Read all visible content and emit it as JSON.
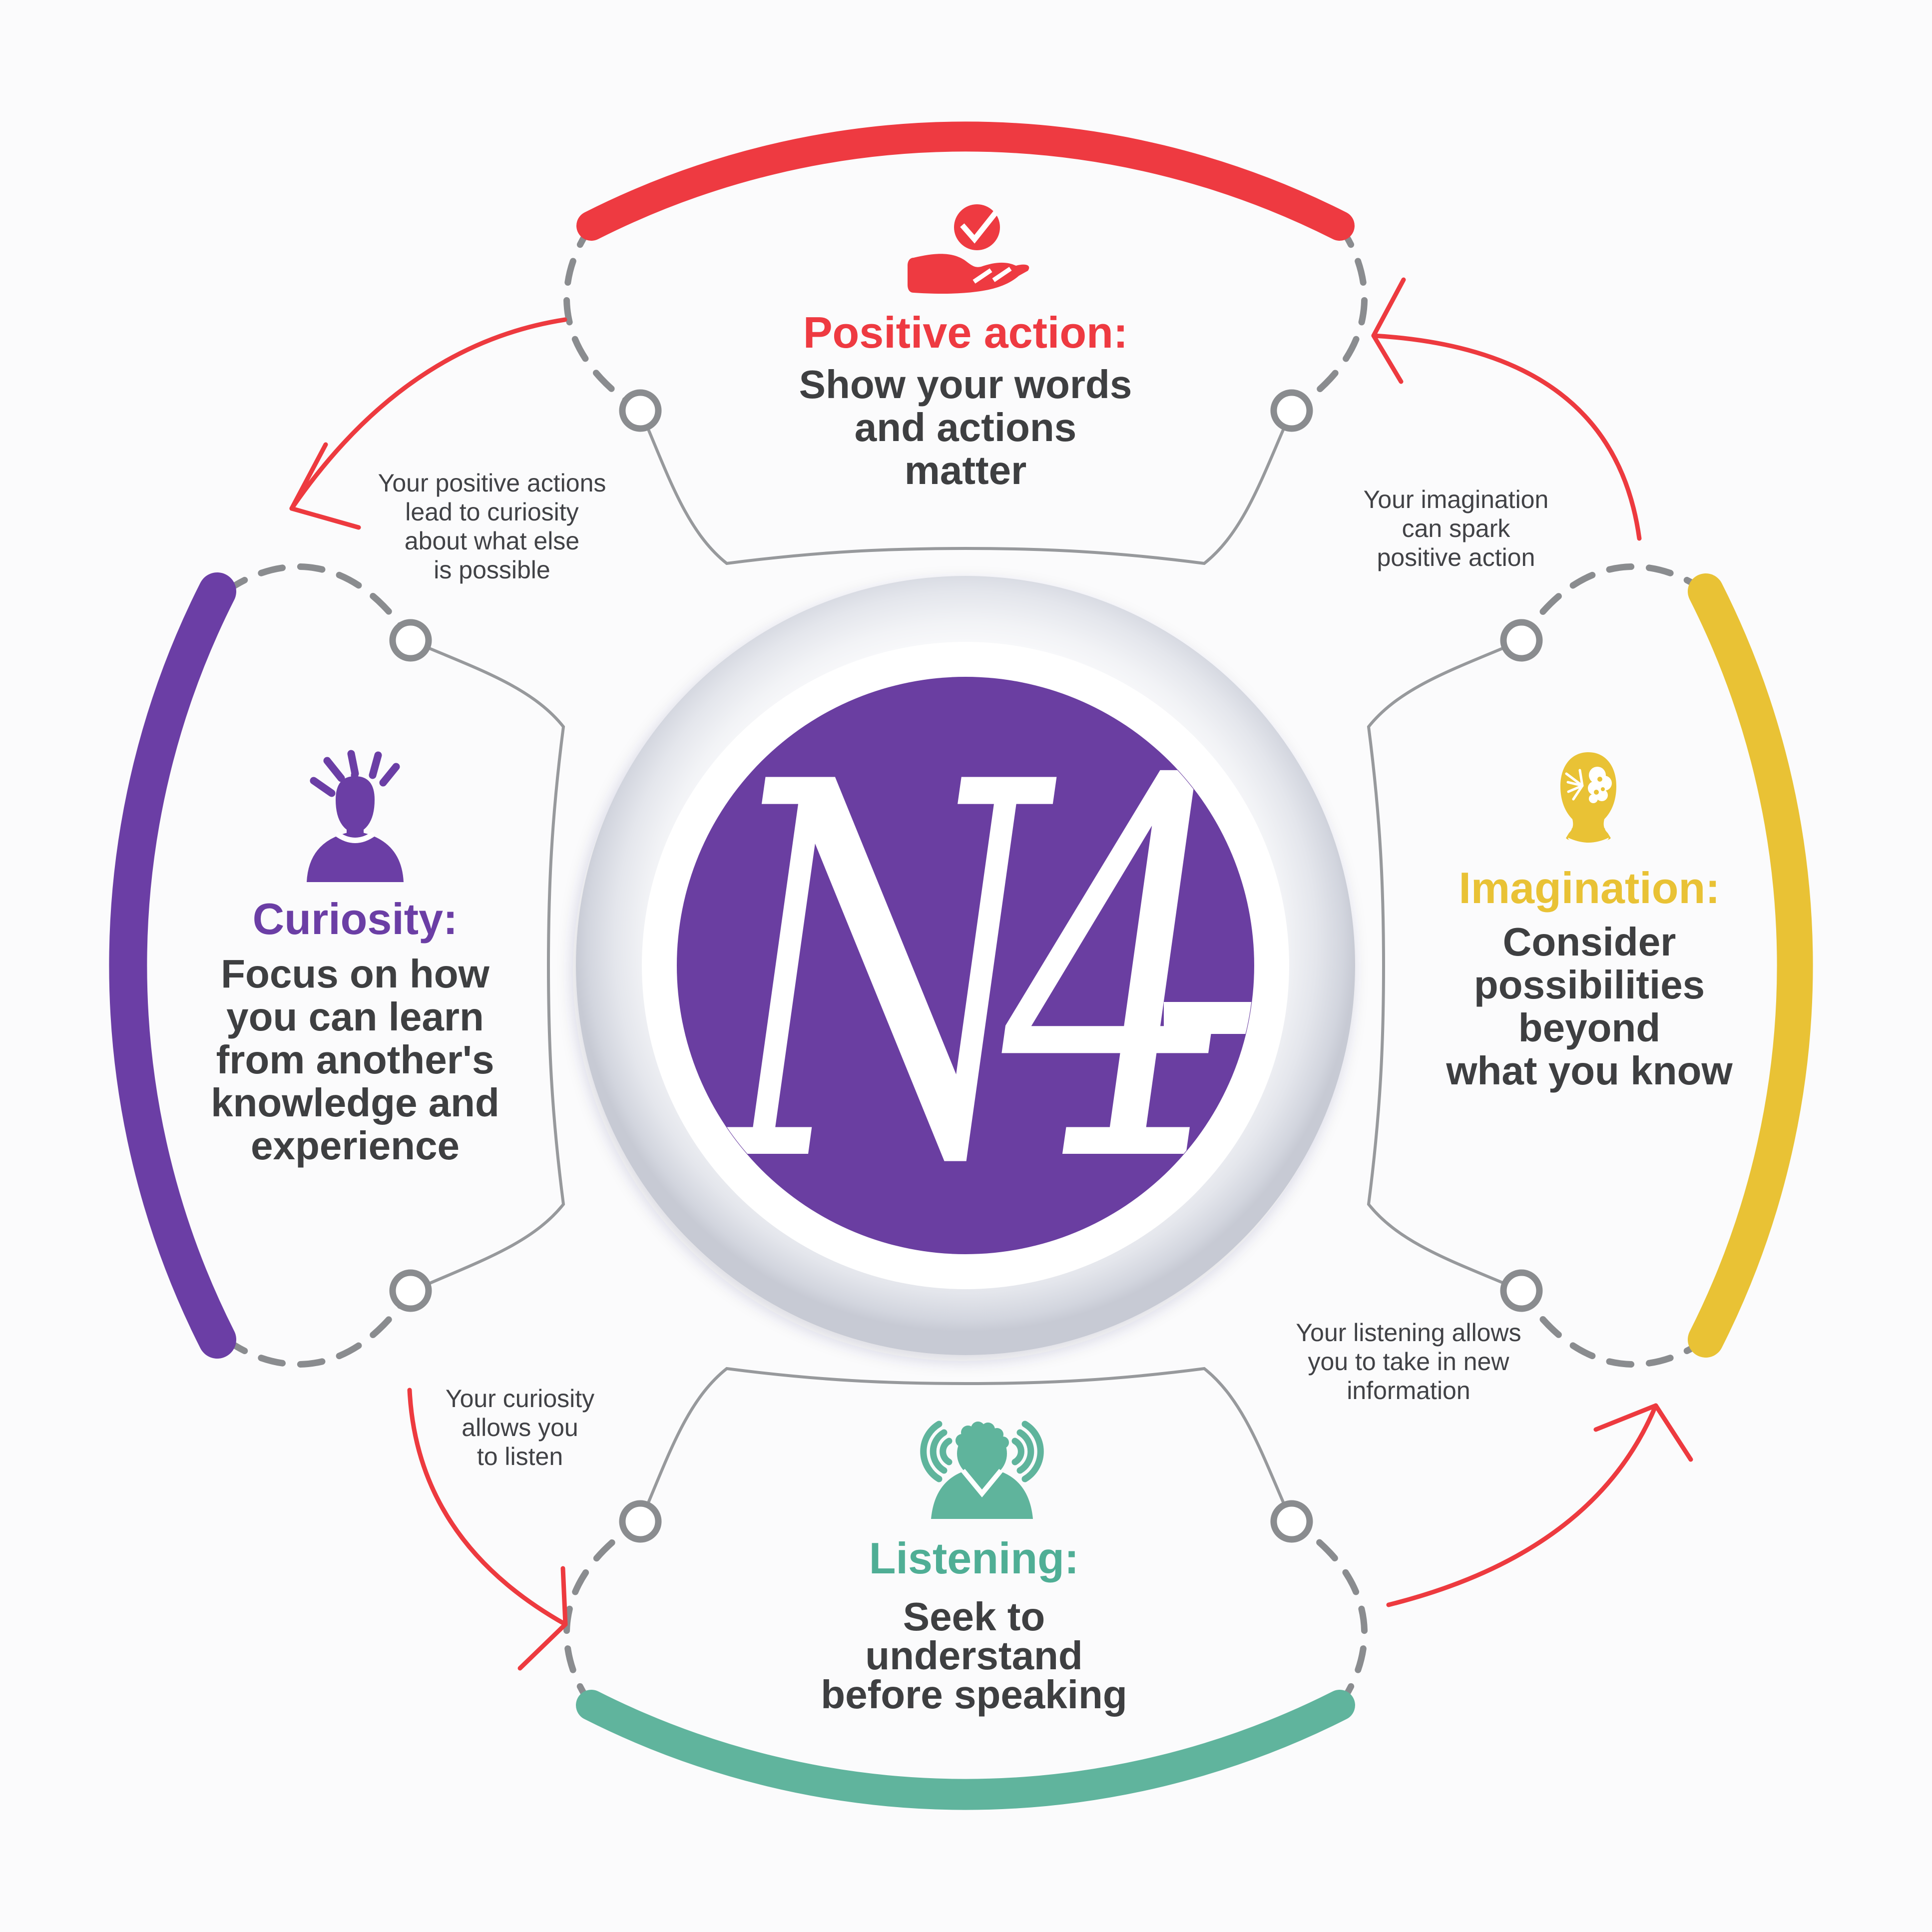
{
  "diagram": {
    "logo": "N4",
    "sections": [
      {
        "name": "positive-action",
        "title": "Positive action:",
        "color": "#ee3a41",
        "icon": "hand-offering-check-icon",
        "lines": [
          "Show your words",
          "and actions",
          "matter"
        ]
      },
      {
        "name": "curiosity",
        "title": "Curiosity:",
        "color": "#6b3ea5",
        "icon": "person-idea-rays-icon",
        "lines": [
          "Focus on how",
          "you can learn",
          "from another's",
          "knowledge and",
          "experience"
        ]
      },
      {
        "name": "imagination",
        "title": "Imagination:",
        "color": "#e9c235",
        "icon": "head-brain-spark-icon",
        "lines": [
          "Consider",
          "possibilities",
          "beyond",
          "what you know"
        ]
      },
      {
        "name": "listening",
        "title": "Listening:",
        "color": "#5fb49c",
        "icon": "person-sound-waves-icon",
        "lines": [
          "Seek to",
          "understand",
          "before speaking"
        ]
      }
    ],
    "connectors": [
      {
        "name": "positive-action-to-curiosity",
        "lines": [
          "Your positive actions",
          "lead to curiosity",
          "about what else",
          "is possible"
        ]
      },
      {
        "name": "imagination-to-positive-action",
        "lines": [
          "Your imagination",
          "can spark",
          "positive action"
        ]
      },
      {
        "name": "curiosity-to-listening",
        "lines": [
          "Your curiosity",
          "allows you",
          "to listen"
        ]
      },
      {
        "name": "listening-to-imagination",
        "lines": [
          "Your listening allows",
          "you to take in new",
          "information"
        ]
      }
    ],
    "colors": {
      "red": "#ee3a41",
      "purple": "#6b3ea5",
      "yellow": "#e9c235",
      "teal": "#5fb49c",
      "body_text": "#3e3f41",
      "line_gray": "#8a8c8f",
      "center_purple": "#6a3ea1"
    }
  }
}
